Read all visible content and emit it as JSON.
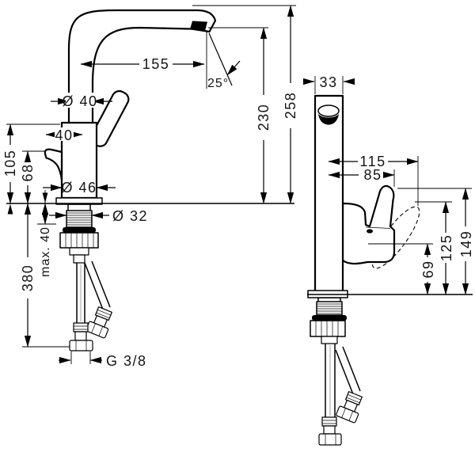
{
  "drawing": {
    "type": "faucet-installation-dimension-drawing",
    "unit_labels": {
      "left_view": {
        "spout_reach": "155",
        "spout_angle": "25°",
        "column_diameter": "Ø 40",
        "body_width": "40",
        "body_height": "105",
        "lever_height": "68",
        "base_diameter": "Ø 46",
        "shank_diameter": "Ø 32",
        "max_deck_thickness": "max. 40",
        "hose_length": "380",
        "thread_size": "G 3/8",
        "outlet_height": "230",
        "total_height": "258"
      },
      "right_view": {
        "body_depth": "33",
        "handle_swing_reach": "115",
        "handle_reach": "85",
        "handle_top_height": "149",
        "handle_swing_height": "125",
        "handle_pivot_height": "69"
      }
    }
  }
}
